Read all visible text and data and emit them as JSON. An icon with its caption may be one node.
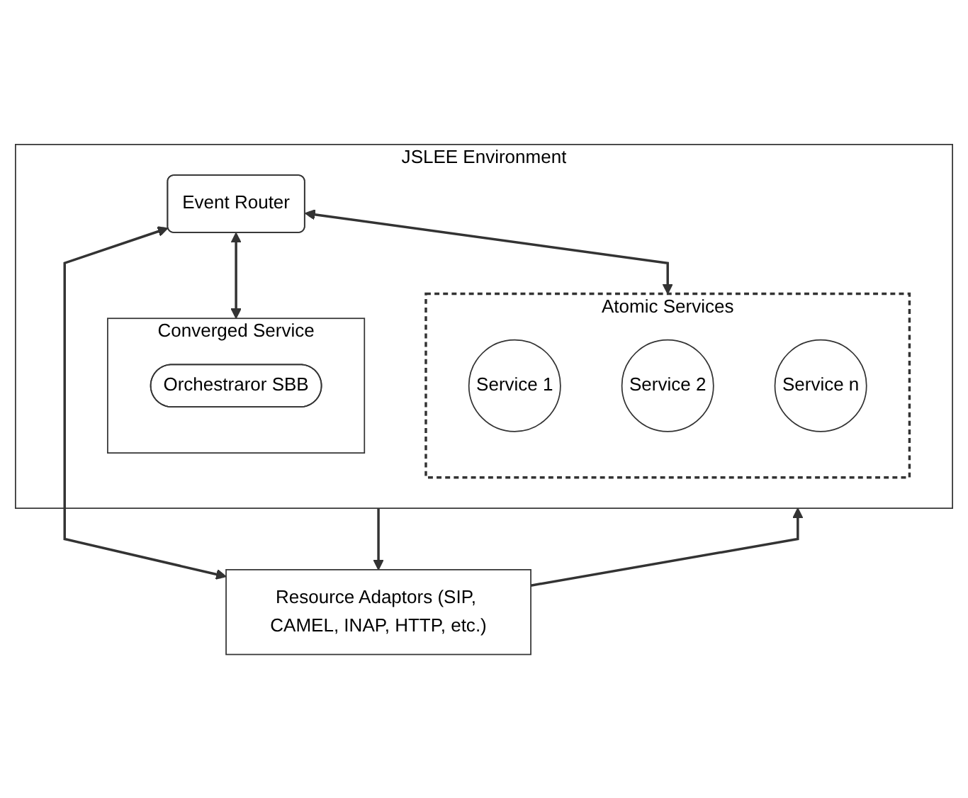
{
  "diagram": {
    "nodes": [
      {
        "text": [
          "JSLEE Environment"
        ]
      },
      {
        "text": [
          "Converged Service"
        ],
        "in": 0
      },
      {
        "text": [
          "Orchestraror SBB"
        ],
        "in": 1
      },
      {
        "text": [
          "Event Router"
        ],
        "in": 0
      },
      {
        "text": [
          "Atomic Services"
        ],
        "in": 0
      },
      {
        "text": [
          "Service 1"
        ],
        "in": 4
      },
      {
        "text": [
          "Service 2"
        ],
        "in": 4
      },
      {
        "text": [
          "Service n"
        ],
        "in": 4
      },
      {
        "text": [
          "Resource Adaptors (SIP, CAMEL, INAP, HTTP, etc.)"
        ]
      }
    ],
    "edges": [
      {
        "from": 3,
        "to": 1,
        "arrow": "both"
      },
      {
        "from": 3,
        "to": 4,
        "arrow": "both"
      },
      {
        "from": 3,
        "to": 8,
        "arrow": "both"
      },
      {
        "from": 8,
        "to": 0,
        "arrow": "to"
      },
      {
        "from": 0,
        "to": 8,
        "arrow": "to"
      }
    ]
  }
}
